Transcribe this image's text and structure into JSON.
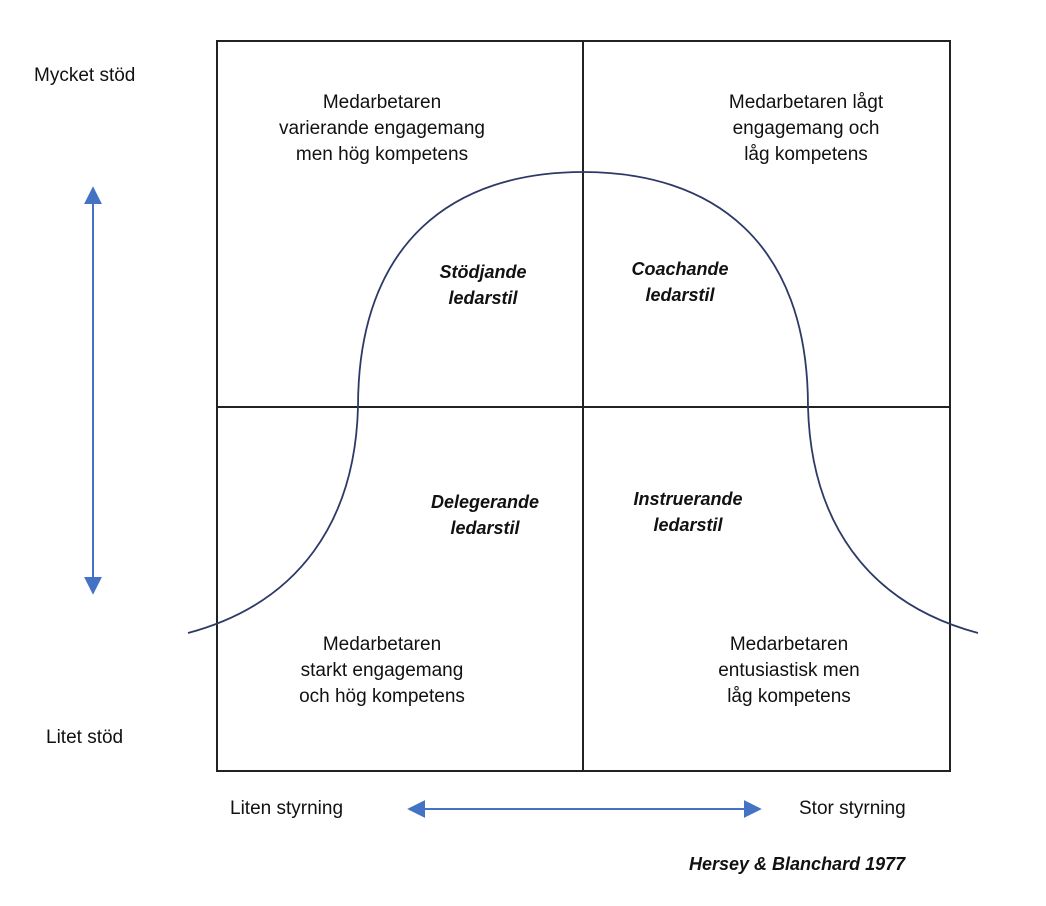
{
  "axes": {
    "y_top": "Mycket stöd",
    "y_bottom": "Litet stöd",
    "x_left": "Liten styrning",
    "x_right": "Stor styrning"
  },
  "quadrants": {
    "top_left": {
      "description": "Medarbetaren\nvarierande engagemang\nmen hög kompetens",
      "style": "Stödjande\nledarstil"
    },
    "top_right": {
      "description": "Medarbetaren lågt\nengagemang och\nlåg kompetens",
      "style": "Coachande\nledarstil"
    },
    "bottom_left": {
      "description": "Medarbetaren\nstarkt engagemang\noch hög kompetens",
      "style": "Delegerande\nledarstil"
    },
    "bottom_right": {
      "description": "Medarbetaren\nentusiastisk men\nlåg kompetens",
      "style": "Instruerande\nledarstil"
    }
  },
  "source": "Hersey & Blanchard 1977",
  "colors": {
    "arrow": "#4472c4",
    "lines": "#222222"
  }
}
